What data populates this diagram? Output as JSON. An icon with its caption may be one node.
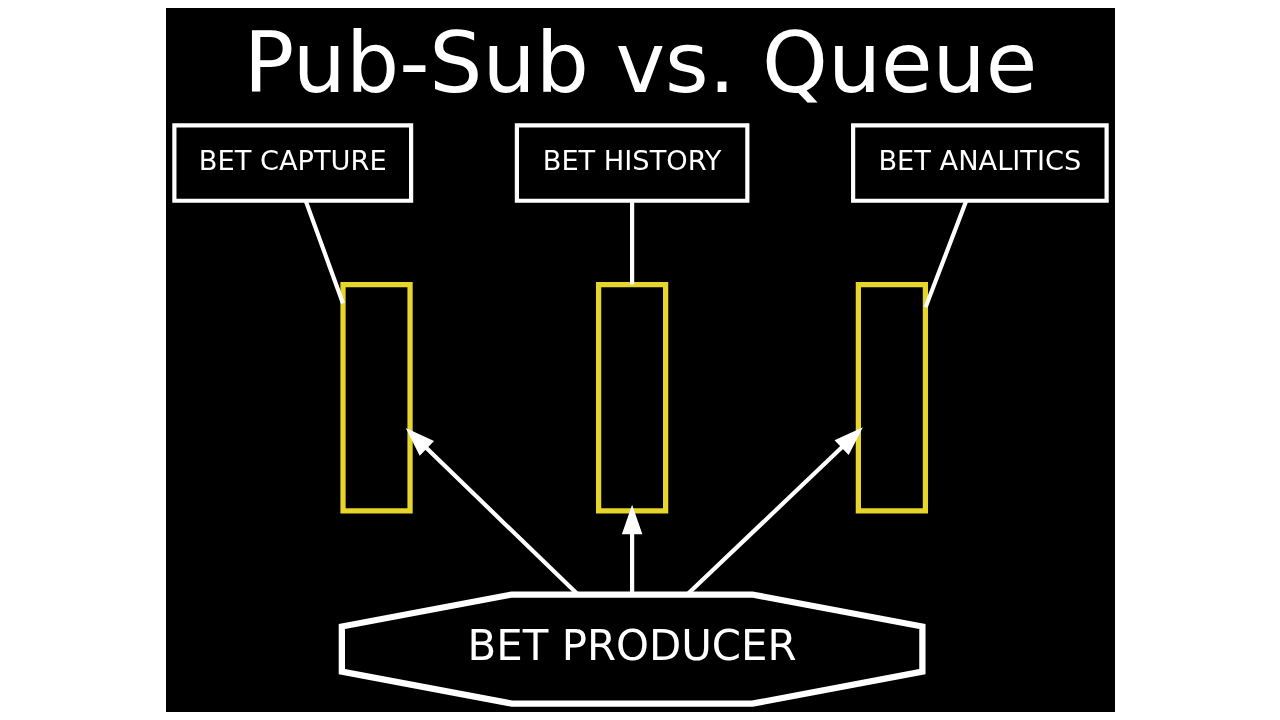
{
  "diagram": {
    "title": "Pub-Sub vs. Queue",
    "nodes": [
      {
        "text": [
          "BET CAPTURE"
        ]
      },
      {
        "text": [
          "BET HISTORY"
        ]
      },
      {
        "text": [
          "BET ANALITICS"
        ]
      },
      {
        "text": [],
        "shape": "box"
      },
      {
        "text": [],
        "shape": "box"
      },
      {
        "text": [],
        "shape": "box"
      },
      {
        "text": [
          "BET PRODUCER"
        ]
      }
    ],
    "edges": [
      {
        "from": 3,
        "to": 0,
        "arrow": "none"
      },
      {
        "from": 4,
        "to": 1,
        "arrow": "none"
      },
      {
        "from": 5,
        "to": 2,
        "arrow": "none"
      },
      {
        "from": 6,
        "to": 3,
        "arrow": "to"
      },
      {
        "from": 6,
        "to": 4,
        "arrow": "to"
      },
      {
        "from": 6,
        "to": 5,
        "arrow": "to"
      }
    ]
  }
}
